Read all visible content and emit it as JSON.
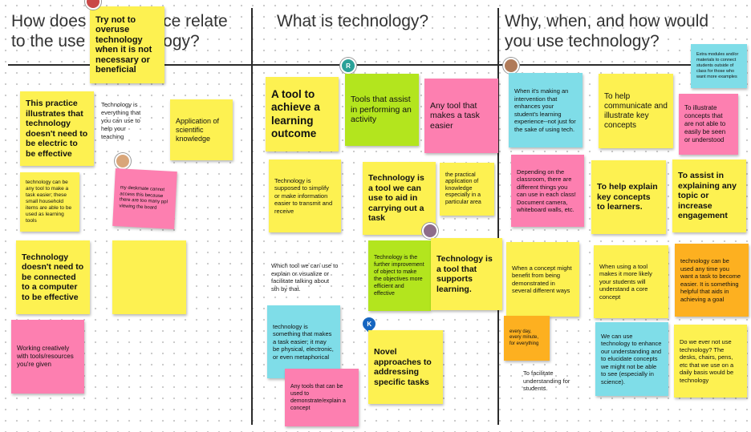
{
  "columns": {
    "col1_title": "How does this practice relate\nto the use of technology?",
    "col2_title": "What is technology?",
    "col3_title": "Why, when, and how would\nyou use technology?"
  },
  "col1": {
    "note_overuse": "Try not to overuse technology when it is not necessary or beneficial",
    "note_practice": "This practice illustrates that technology doesn't need to be electric to be effective",
    "text_everything": "Technology is everything that you can use to help your teaching",
    "note_application": "Application of scientific knowledge",
    "note_household": "technology can be any tool to make a task easier; these small household items are able to be used as learning tools",
    "note_deskmate": "my deskmate cannot access this because there are too many ppl viewing the board",
    "note_not_connected": "Technology doesn't need to be connected to a computer to be effective",
    "note_working": "Working creatively with tools/resources you're given"
  },
  "col2": {
    "note_tool_achieve": "A tool to achieve a learning outcome",
    "note_tools_assist": "Tools that assist in performing an activity",
    "note_any_tool": "Any tool that makes a task easier",
    "note_simplify": "Technology is supposed to simplify or make information easier to transmit and receive",
    "note_aid": "Technology is a tool we can use to aid in carrying out a task",
    "note_practical": "the practical application of knowledge especially in a particular area",
    "text_which_tool": "Which tool we can use to explain or visualize or facilitate talking about sth by that.",
    "note_further": "Technology is the further improvement of object to make the objectives more efficient and effective",
    "note_supports": "Technology is a tool that supports learning.",
    "note_physical": "technology is something that makes a task easier; it may be physical, electronic, or even metaphorical",
    "note_novel": "Novel approaches to addressing specific tasks",
    "note_any_tools": "Any tools that can be used to demonstrate/explain a concept"
  },
  "col3": {
    "note_extra": "Extra modules and/or materials to connect students outside of class for those who want more examples",
    "note_intervention": "When it's making an intervention that enhances your student's learning experience--not just for the sake of using tech.",
    "note_communicate": "To help communicate and illustrate key concepts",
    "note_illustrate": "To illustrate concepts that are not able to easily be seen or understood",
    "note_depending": "Depending on the classroom, there are different things you can use in each class! Document camera, whiteboard walls, etc.",
    "note_explain_key": "To help explain key concepts to learners.",
    "note_engagement": "To assist in explaining any topic or increase engagement",
    "note_benefit": "When a concept might benefit from being demonstrated in several different ways",
    "note_using_tool": "When using a tool makes it more likely your students will understand a core concept",
    "note_any_time": "technology can be used any time you want a task to become easier. It is something helpful that aids in achieving a goal",
    "note_every_day": "every day, every minute, for everything",
    "text_facilitate": "To facilitate understanding for students.",
    "note_enhance": "We can use technology to enhance our understanding and to elucidate concepts we might not be able to see (especially in science).",
    "note_ever_not": "Do we ever not use technology? The desks, chairs, pens, etc that we use on a daily basis would be technology"
  },
  "avatars": {
    "a1": "R",
    "a2": "K"
  },
  "colors": {
    "yellow": "#fdf151",
    "pink": "#fd7fb0",
    "cyan": "#7fdde8",
    "lime": "#b3e51e",
    "orange": "#fdb020"
  }
}
